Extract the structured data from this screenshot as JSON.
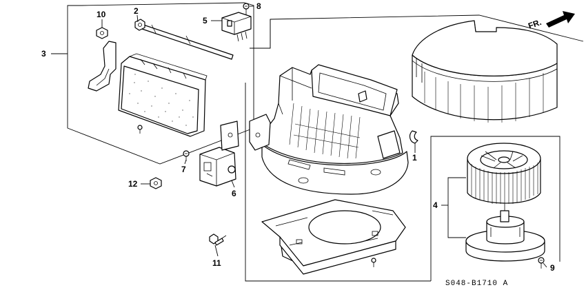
{
  "diagram": {
    "callouts": [
      {
        "id": "c1",
        "text": "1"
      },
      {
        "id": "c2",
        "text": "2"
      },
      {
        "id": "c3",
        "text": "3"
      },
      {
        "id": "c4",
        "text": "4"
      },
      {
        "id": "c5",
        "text": "5"
      },
      {
        "id": "c6",
        "text": "6"
      },
      {
        "id": "c7",
        "text": "7"
      },
      {
        "id": "c8",
        "text": "8"
      },
      {
        "id": "c9",
        "text": "9"
      },
      {
        "id": "c10",
        "text": "10"
      },
      {
        "id": "c11",
        "text": "11"
      },
      {
        "id": "c12",
        "text": "12"
      }
    ],
    "direction_label": "FR.",
    "drawing_code": "S048-B1710 A"
  }
}
